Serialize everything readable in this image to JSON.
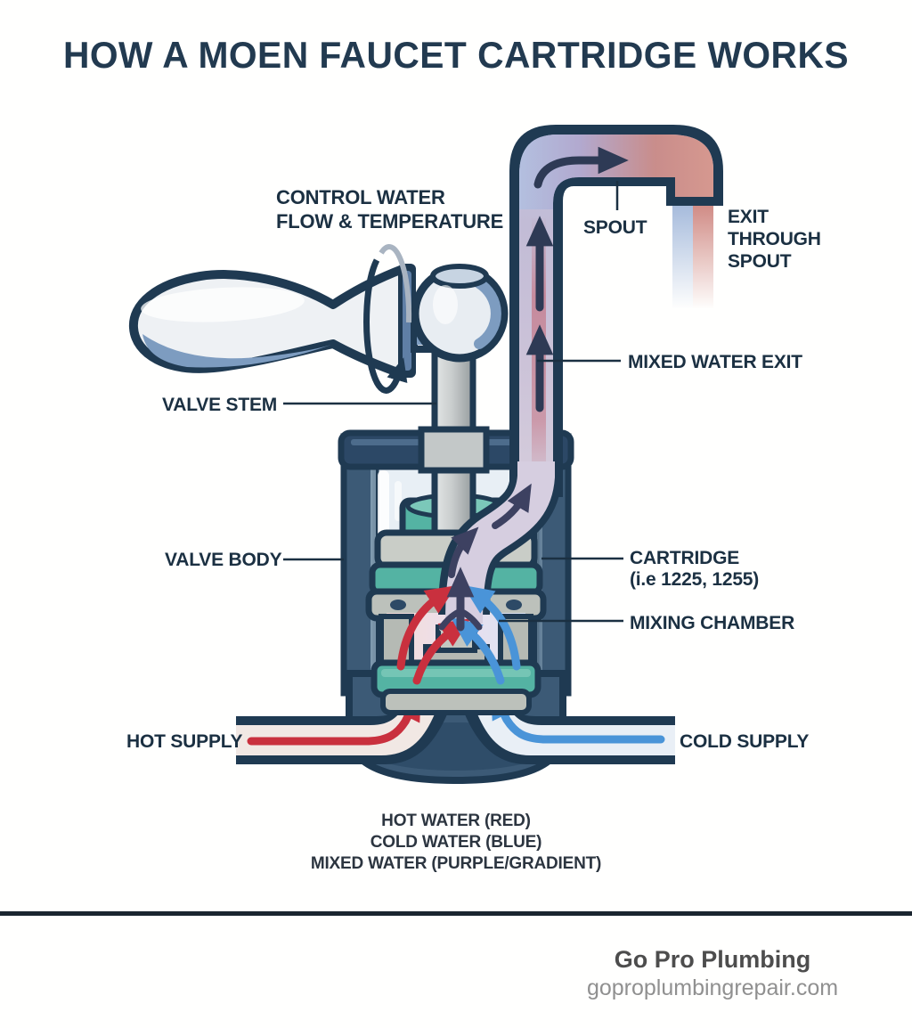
{
  "title": "HOW A MOEN FAUCET CARTRIDGE WORKS",
  "diagram": {
    "labels": {
      "control": "CONTROL WATER\nFLOW & TEMPERATURE",
      "spout": "SPOUT",
      "exit_through_spout": "EXIT\nTHROUGH\nSPOUT",
      "mixed_water_exit": "MIXED WATER EXIT",
      "valve_stem": "VALVE STEM",
      "valve_body": "VALVE BODY",
      "cartridge": "CARTRIDGE\n(i.e 1225, 1255)",
      "mixing_chamber": "MIXING CHAMBER",
      "hot_supply": "HOT SUPPLY",
      "cold_supply": "COLD SUPPLY"
    },
    "legend": [
      "HOT WATER (RED)",
      "COLD WATER (BLUE)",
      "MIXED WATER (PURPLE/GRADIENT)"
    ],
    "colors": {
      "hot_red": "#c9303e",
      "cold_blue": "#4a94d8",
      "mixed_purple": "#3d4161",
      "teal_seal": "#54b3a3",
      "outline_navy": "#1f3a52"
    }
  },
  "footer": {
    "brand": "Go Pro Plumbing",
    "website": "goproplumbingrepair.com"
  }
}
